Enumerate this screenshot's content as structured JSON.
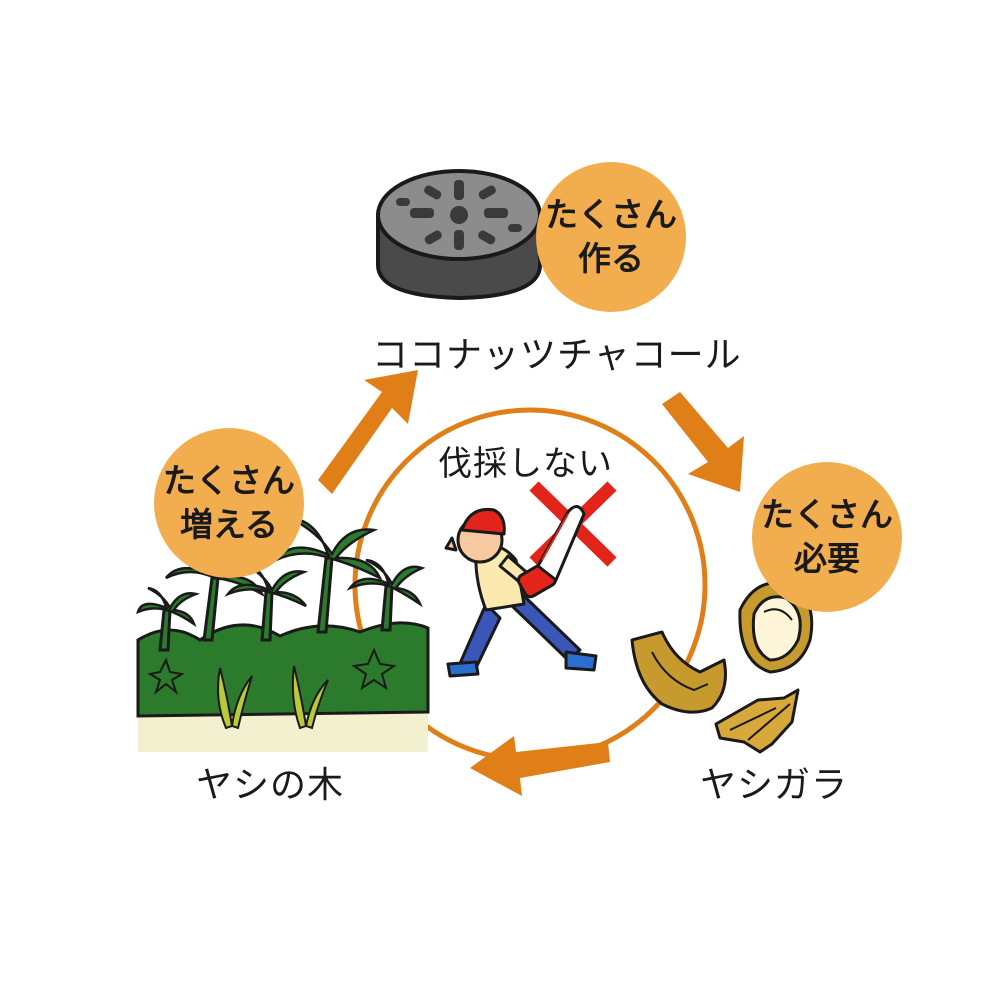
{
  "nodes": {
    "charcoal": {
      "label": "ココナッツチャコール",
      "badge_line1": "たくさん",
      "badge_line2": "作る"
    },
    "shells": {
      "label": "ヤシガラ",
      "badge_line1": "たくさん",
      "badge_line2": "必要"
    },
    "palms": {
      "label": "ヤシの木",
      "badge_line1": "たくさん",
      "badge_line2": "増える"
    }
  },
  "center": {
    "caption": "伐採しない"
  },
  "colors": {
    "cycle_orange": "#e07f17",
    "badge_orange": "#f2ad4e",
    "prohibit_red": "#e3241b",
    "forest_green": "#2c7a2c",
    "sand": "#f3f0cf",
    "charcoal_dark": "#4a4a4a"
  },
  "icons": [
    "charcoal-briquette-icon",
    "coconut-shell-icon",
    "palm-forest-icon",
    "lumberjack-chainsaw-icon",
    "prohibited-x-icon"
  ]
}
